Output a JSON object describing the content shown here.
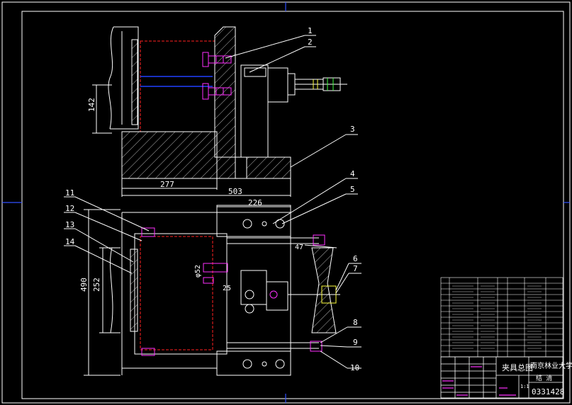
{
  "drawing": {
    "background": "#000000",
    "colors": {
      "frame": "#ffffff",
      "frame_markers": "#3050ff",
      "hatch": "#ffffff",
      "hidden_red": "#ff2020",
      "blue_line": "#2040ff",
      "magenta": "#ff30ff",
      "yellow": "#ffff40",
      "green": "#40ff40"
    },
    "callouts": [
      "1",
      "2",
      "3",
      "4",
      "5",
      "6",
      "7",
      "8",
      "9",
      "10",
      "11",
      "12",
      "13",
      "14"
    ],
    "dimensions": {
      "top_height": "142",
      "top_width_a": "277",
      "top_width_b": "503",
      "bottom_width": "226",
      "bottom_height_a": "490",
      "bottom_height_b": "252",
      "small_a": "47",
      "diameter": "φ52",
      "small_b": "25"
    },
    "title_block": {
      "drawing_title": "夹具总图",
      "school": "南京林业大学",
      "subtitle": "结 清",
      "sheet_code": "0331428",
      "scale": "1:1"
    }
  }
}
